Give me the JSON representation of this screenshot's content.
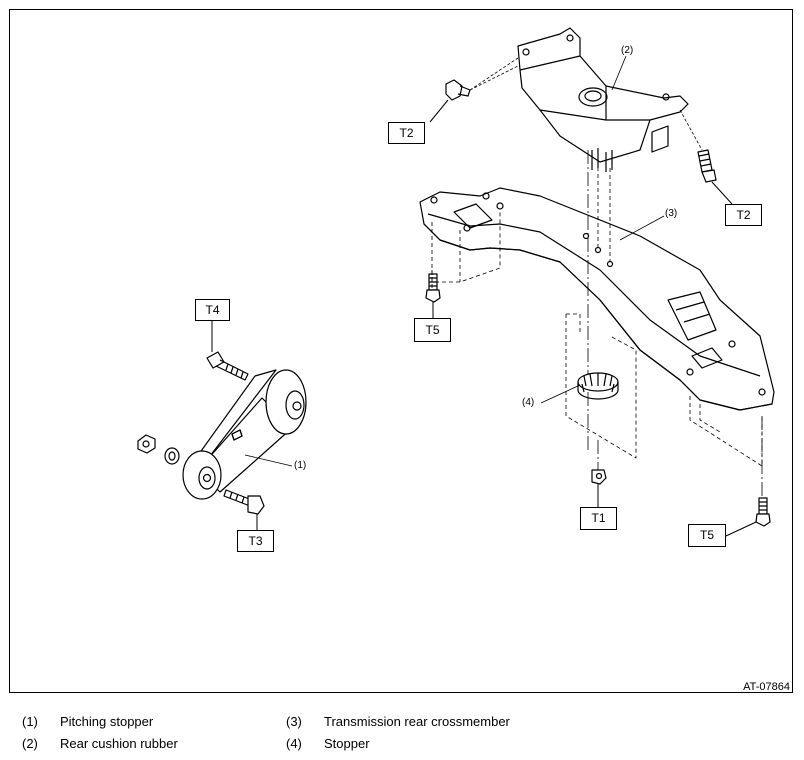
{
  "figure_id": "AT-07864",
  "torque_labels": {
    "t1": "T1",
    "t2_left": "T2",
    "t2_right": "T2",
    "t3": "T3",
    "t4": "T4",
    "t5_left": "T5",
    "t5_right": "T5"
  },
  "callouts": {
    "c1": "(1)",
    "c2": "(2)",
    "c3": "(3)",
    "c4": "(4)"
  },
  "legend": [
    {
      "num": "(1)",
      "text": "Pitching stopper"
    },
    {
      "num": "(2)",
      "text": "Rear cushion rubber"
    },
    {
      "num": "(3)",
      "text": "Transmission rear crossmember"
    },
    {
      "num": "(4)",
      "text": "Stopper"
    }
  ]
}
